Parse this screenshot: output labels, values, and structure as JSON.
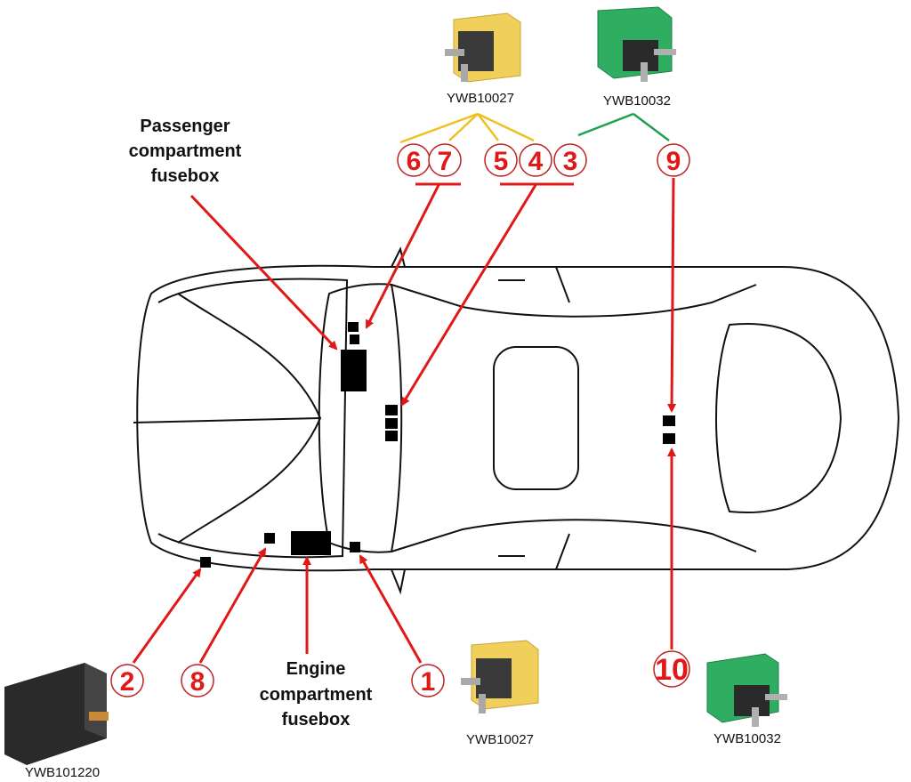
{
  "labels": {
    "passenger_fusebox": [
      "Passenger",
      "compartment",
      "fusebox"
    ],
    "engine_fusebox": [
      "Engine",
      "compartment",
      "fusebox"
    ]
  },
  "relays": {
    "top_yellow": "YWB10027",
    "top_green": "YWB10032",
    "bottom_yellow": "YWB10027",
    "bottom_green": "YWB10032",
    "bottom_black": "YWB101220"
  },
  "callouts": {
    "n1": "1",
    "n2": "2",
    "n3": "3",
    "n4": "4",
    "n5": "5",
    "n6": "6",
    "n7": "7",
    "n8": "8",
    "n9": "9",
    "n10": "10"
  },
  "colors": {
    "accent": "#e01818",
    "yellow_relay": "#f0cf5a",
    "green_relay": "#2fae62",
    "yellow_line": "#f0c020",
    "green_line": "#1fa050"
  }
}
